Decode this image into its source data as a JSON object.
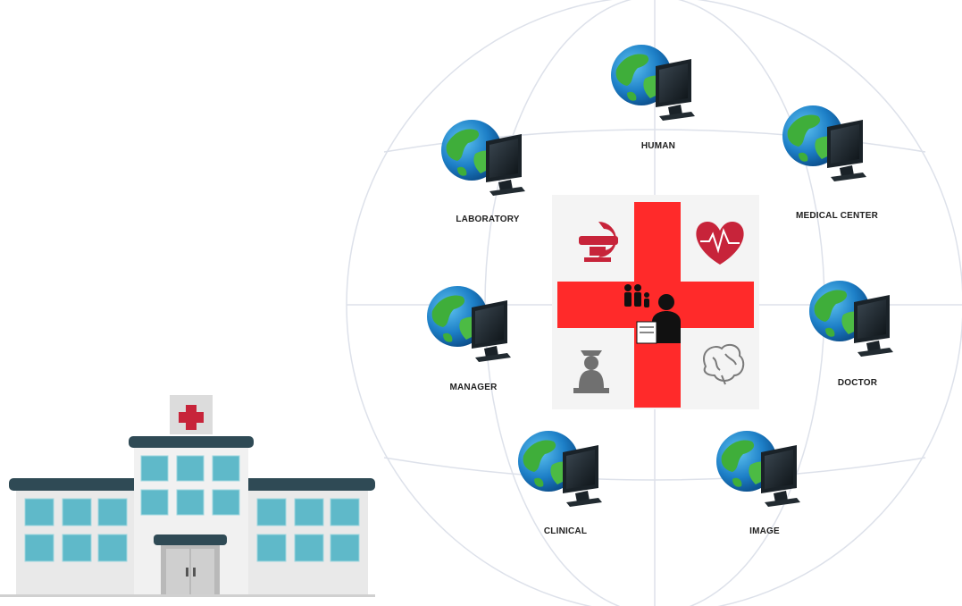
{
  "colors": {
    "cross": "#ff2a2a",
    "symbol_red": "#c7243a",
    "roof": "#2f4a55",
    "window": "#5fb9c9",
    "wall": "#e8e8e8",
    "grid": "#d9dde6",
    "icon_gray": "#6b6b6b"
  },
  "icons": {
    "hospital": "hospital-building-icon",
    "node": "globe-computer-icon",
    "center": [
      "ct-scanner-icon",
      "heart-ekg-icon",
      "family-icon",
      "doctor-icon",
      "nurse-icon",
      "brain-icon"
    ]
  },
  "nodes": [
    {
      "id": "human",
      "label": "HUMAN"
    },
    {
      "id": "laboratory",
      "label": "LABORATORY"
    },
    {
      "id": "medical-center",
      "label": "MEDICAL CENTER"
    },
    {
      "id": "manager",
      "label": "MANAGER"
    },
    {
      "id": "doctor",
      "label": "DOCTOR"
    },
    {
      "id": "clinical",
      "label": "CLINICAL"
    },
    {
      "id": "image",
      "label": "IMAGE"
    }
  ]
}
